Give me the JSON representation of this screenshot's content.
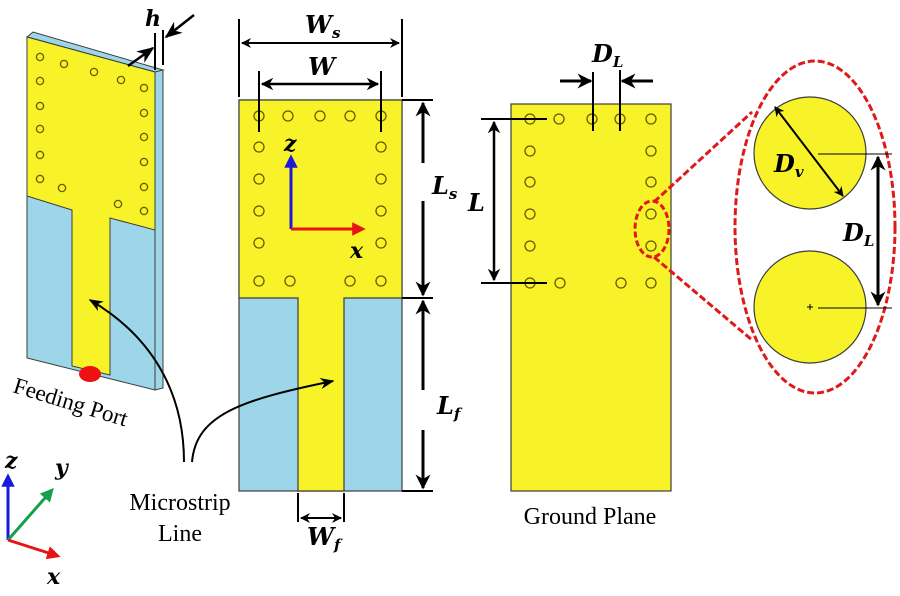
{
  "colors": {
    "copper": "#f8f329",
    "substrate": "#9dd6e8",
    "outline": "#3c3c3c",
    "feed_port": "#ee1111",
    "axis_x": "#e81414",
    "axis_y": "#14a04a",
    "axis_z": "#1a1ad8",
    "callout": "#e01818"
  },
  "labels": {
    "h": "h",
    "Ws": {
      "main": "W",
      "sub": "s"
    },
    "W": "W",
    "Ls": {
      "main": "L",
      "sub": "s"
    },
    "Lf": {
      "main": "L",
      "sub": "f"
    },
    "Wf": {
      "main": "W",
      "sub": "f"
    },
    "DL_top": {
      "main": "D",
      "sub": "L"
    },
    "L": "L",
    "Dv": {
      "main": "D",
      "sub": "v"
    },
    "DL_zoom": {
      "main": "D",
      "sub": "L"
    },
    "axis_front_z": "z",
    "axis_front_x": "x",
    "axis_iso_z": "z",
    "axis_iso_y": "y",
    "axis_iso_x": "x"
  },
  "captions": {
    "feeding_port": "Feeding Port",
    "microstrip_line_1": "Microstrip",
    "microstrip_line_2": "Line",
    "ground_plane": "Ground Plane"
  },
  "views": [
    {
      "name": "isometric-view",
      "description": "3D perspective of antenna with substrate thickness"
    },
    {
      "name": "front-view",
      "description": "Top layer with via array and microstrip feed"
    },
    {
      "name": "back-view",
      "description": "Ground plane with via array"
    },
    {
      "name": "via-detail",
      "description": "Magnified pair of vias"
    }
  ]
}
